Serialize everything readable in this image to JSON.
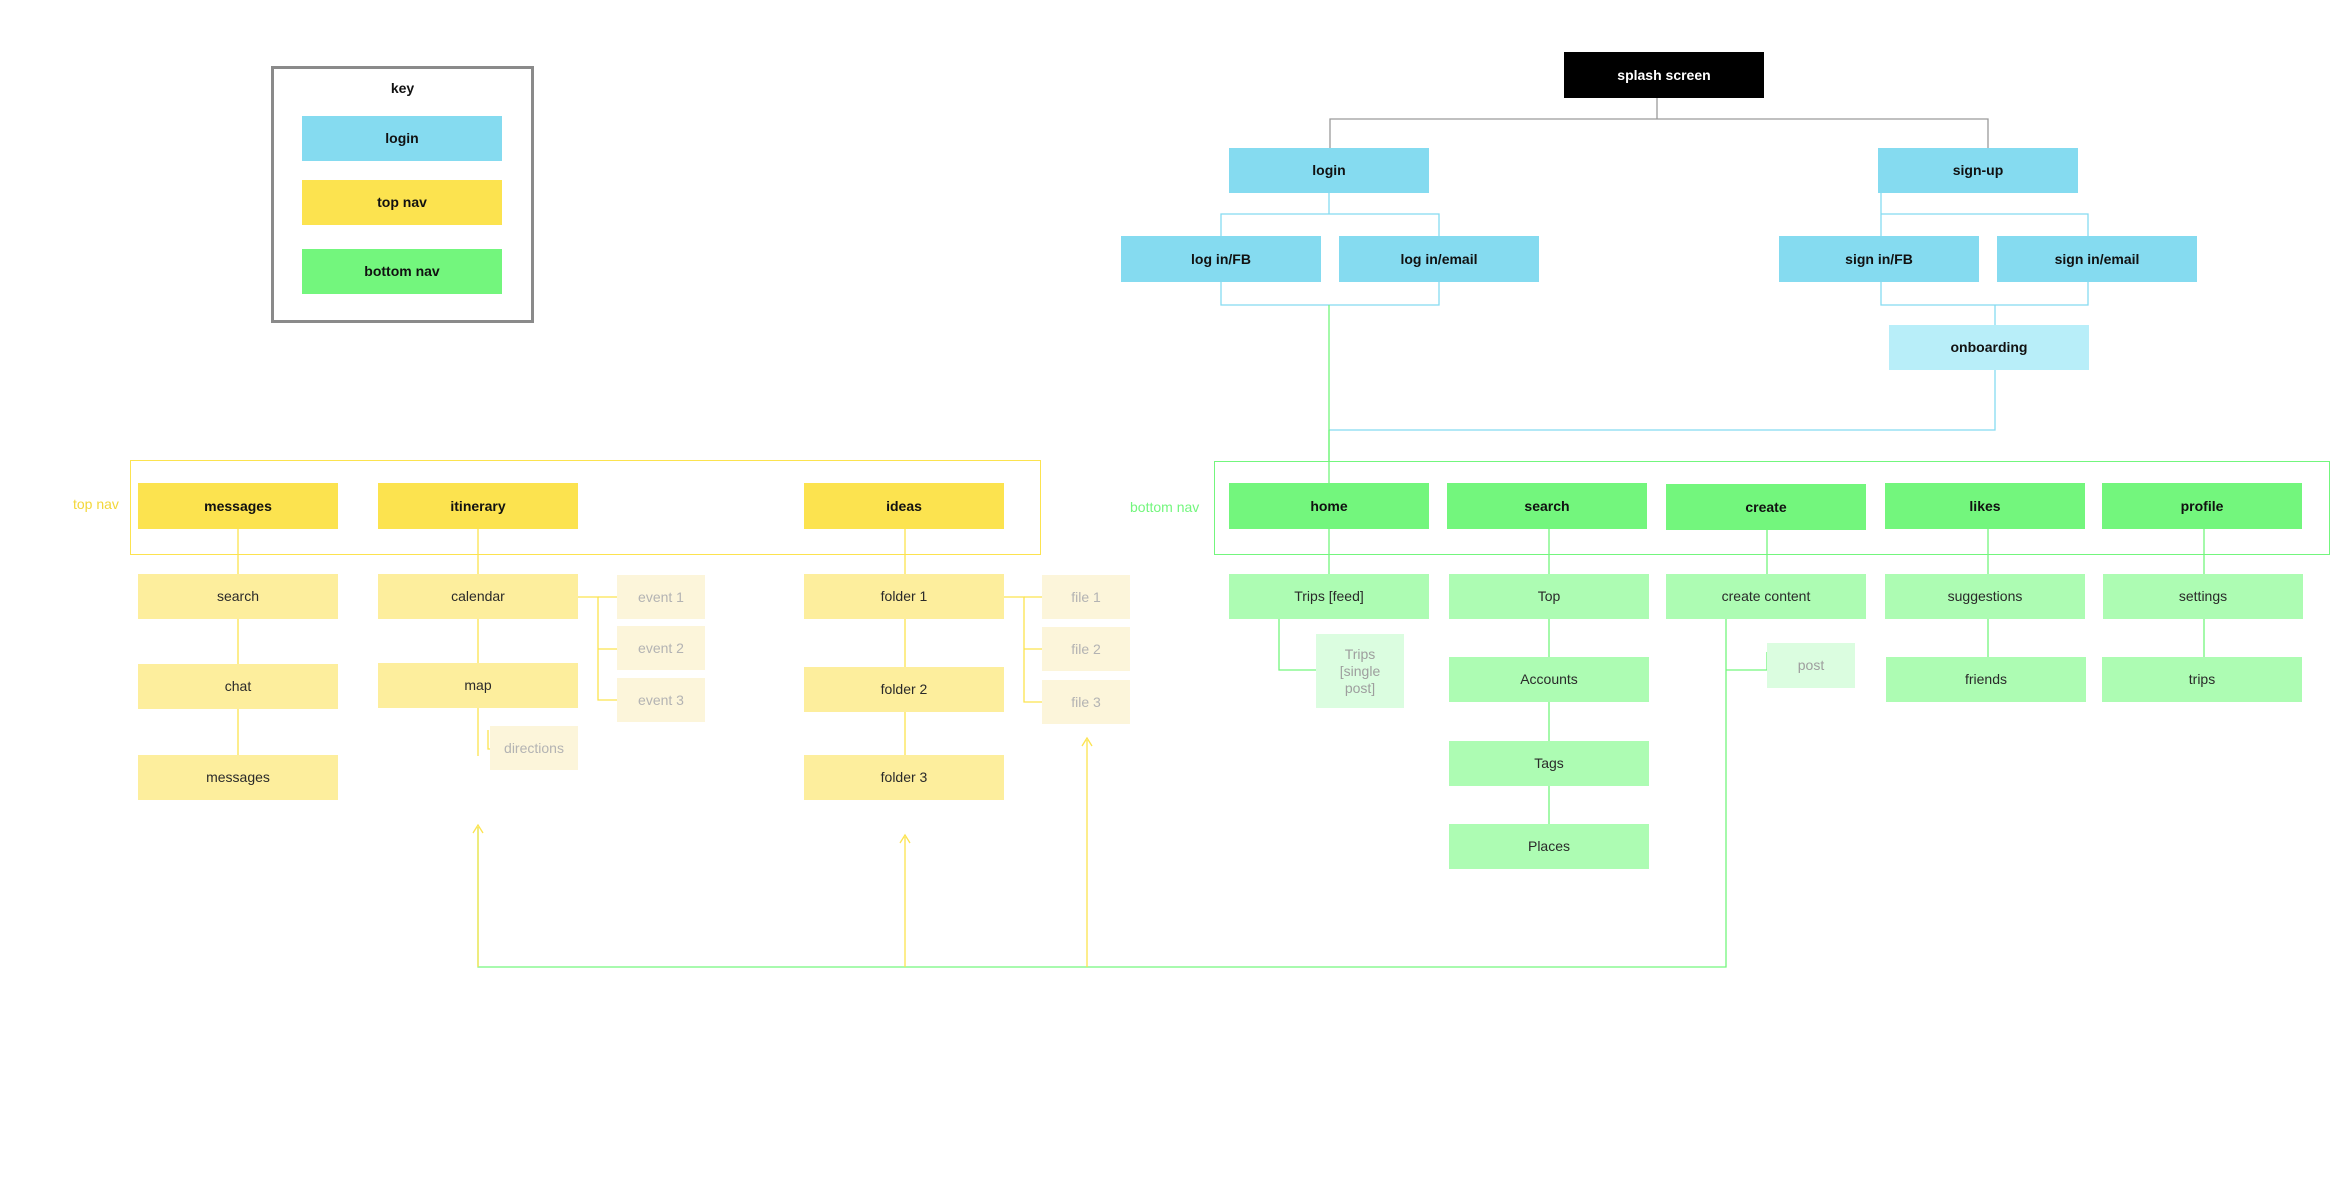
{
  "key": {
    "title": "key",
    "login": "login",
    "top_nav": "top nav",
    "bottom_nav": "bottom nav"
  },
  "labels": {
    "top_nav": "top nav",
    "bottom_nav": "bottom nav"
  },
  "nodes": {
    "splash": "splash screen",
    "login": "login",
    "signup": "sign-up",
    "login_fb": "log in/FB",
    "login_email": "log in/email",
    "signin_fb": "sign in/FB",
    "signin_email": "sign in/email",
    "onboarding": "onboarding",
    "messages": "messages",
    "itinerary": "itinerary",
    "ideas": "ideas",
    "search_msg": "search",
    "chat": "chat",
    "messages_sub": "messages",
    "calendar": "calendar",
    "map": "map",
    "event1": "event 1",
    "event2": "event 2",
    "event3": "event 3",
    "directions": "directions",
    "folder1": "folder 1",
    "folder2": "folder 2",
    "folder3": "folder 3",
    "file1": "file 1",
    "file2": "file 2",
    "file3": "file 3",
    "home": "home",
    "search": "search",
    "create": "create",
    "likes": "likes",
    "profile": "profile",
    "trips_feed": "Trips [feed]",
    "trips_single": "Trips [single post]",
    "top": "Top",
    "accounts": "Accounts",
    "tags": "Tags",
    "places": "Places",
    "create_content": "create content",
    "post": "post",
    "suggestions": "suggestions",
    "friends": "friends",
    "settings": "settings",
    "trips": "trips"
  },
  "colors": {
    "login_blue": "#85dbf0",
    "top_nav_yellow": "#fce34f",
    "bottom_nav_green": "#73f67d",
    "splash_black": "#000000",
    "line_blue": "#85dbf0",
    "line_yellow": "#fce34f",
    "line_green": "#73f67d"
  }
}
